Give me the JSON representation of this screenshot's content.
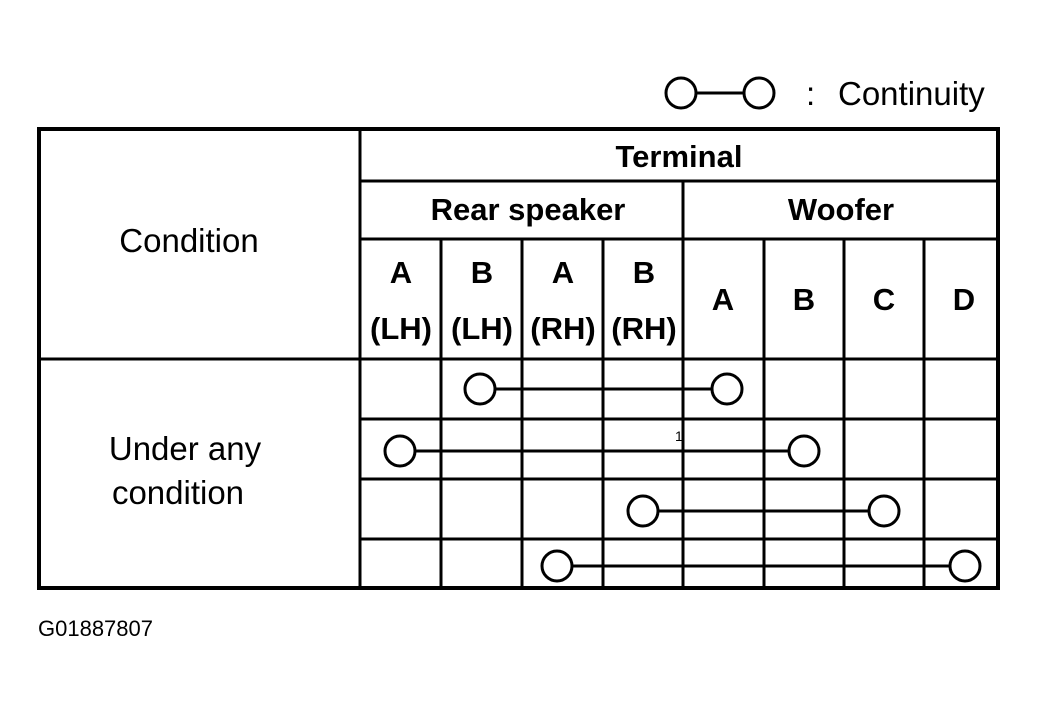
{
  "legend": {
    "separator": ":",
    "label": "Continuity"
  },
  "table": {
    "condition_header": "Condition",
    "terminal_header": "Terminal",
    "groups": [
      "Rear speaker",
      "Woofer"
    ],
    "rear_columns": [
      {
        "letter": "A",
        "side": "(LH)"
      },
      {
        "letter": "B",
        "side": "(LH)"
      },
      {
        "letter": "A",
        "side": "(RH)"
      },
      {
        "letter": "B",
        "side": "(RH)"
      }
    ],
    "woofer_columns": [
      "A",
      "B",
      "C",
      "D"
    ],
    "condition_value_line1": "Under any",
    "condition_value_line2": "condition",
    "continuity_rows": [
      {
        "from": "B (LH)",
        "to": "Woofer A"
      },
      {
        "from": "A (LH)",
        "to": "Woofer B"
      },
      {
        "from": "B (RH)",
        "to": "Woofer C"
      },
      {
        "from": "A (RH)",
        "to": "Woofer D"
      }
    ],
    "stray_mark": "1"
  },
  "figure_code": "G01887807"
}
